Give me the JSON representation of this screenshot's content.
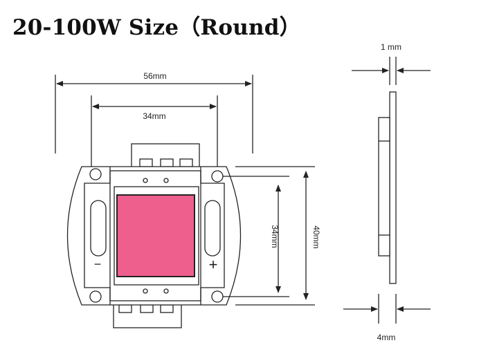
{
  "title": "20-100W Size（Round）",
  "dimensions": {
    "width_outer": "56mm",
    "width_inner": "34mm",
    "height_inner": "34mm",
    "height_outer": "40mm",
    "pcb_thickness": "1 mm",
    "emitter_thickness": "4mm"
  },
  "polarity": {
    "negative": "−",
    "positive": "+"
  },
  "colors": {
    "outline": "#222222",
    "emitter": "#e8457a",
    "emitter_fill": "#ef5f8e"
  }
}
